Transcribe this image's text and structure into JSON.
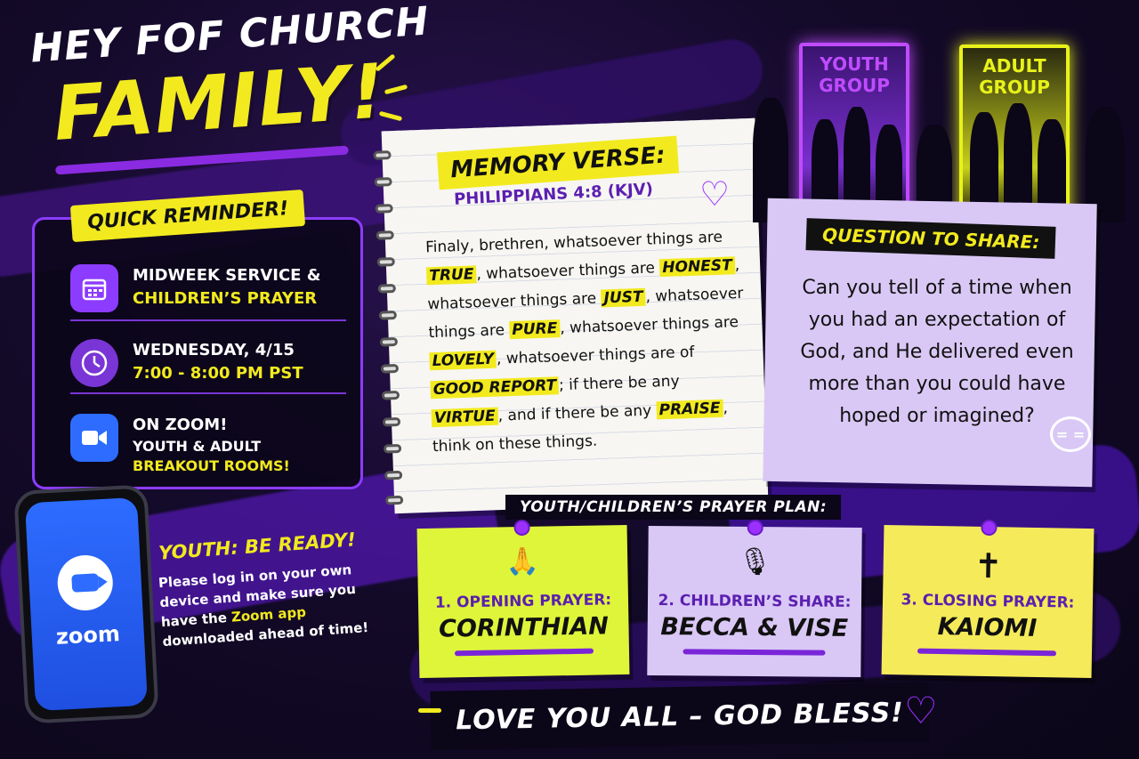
{
  "headline": {
    "line1": "HEY FOF CHURCH",
    "line2": "FAMILY!"
  },
  "reminder": {
    "tag": "QUICK REMINDER!",
    "items": [
      {
        "icon": "calendar-icon",
        "line1": "MIDWEEK SERVICE &",
        "line2": "CHILDREN’S PRAYER"
      },
      {
        "icon": "clock-icon",
        "line1": "WEDNESDAY, 4/15",
        "line2": "7:00 - 8:00 PM PST"
      },
      {
        "icon": "zoom-camera-icon",
        "line1": "ON ZOOM!",
        "line2": "YOUTH & ADULT",
        "line3": "BREAKOUT ROOMS!"
      }
    ]
  },
  "phone": {
    "app_name": "zoom"
  },
  "youth_notice": {
    "title": "YOUTH: BE READY!",
    "body_part1": "Please log in on your own device and make sure you have the ",
    "body_highlight": "Zoom app",
    "body_part2": " downloaded ahead of time!"
  },
  "memory_verse": {
    "tag": "MEMORY VERSE:",
    "reference": "PHILIPPIANS 4:8 (KJV)",
    "segments": [
      {
        "t": "Finaly, brethren, whatsoever things are "
      },
      {
        "t": "TRUE",
        "hi": true
      },
      {
        "t": ", whatsoever things are "
      },
      {
        "t": "HONEST",
        "hi": true
      },
      {
        "t": ", whatsoever things are "
      },
      {
        "t": "JUST",
        "hi": true
      },
      {
        "t": ", whatsoever things are "
      },
      {
        "t": "PURE",
        "hi": true
      },
      {
        "t": ", whatsoever things are "
      },
      {
        "t": "LOVELY",
        "hi": true
      },
      {
        "t": ", whatsoever things are of "
      },
      {
        "t": "GOOD REPORT",
        "hi": true
      },
      {
        "t": "; if there be any "
      },
      {
        "t": "VIRTUE",
        "hi": true
      },
      {
        "t": ", and if there be any "
      },
      {
        "t": "PRAISE",
        "hi": true
      },
      {
        "t": ", think on these things."
      }
    ]
  },
  "question": {
    "tag": "QUESTION TO SHARE:",
    "text": "Can you tell of a time when you had an expectation of God, and He delivered even more than you could have hoped or imagined?"
  },
  "groups": [
    {
      "label_line1": "YOUTH",
      "label_line2": "GROUP",
      "color": "#c04bff"
    },
    {
      "label_line1": "ADULT",
      "label_line2": "GROUP",
      "color": "#e8f21a"
    }
  ],
  "prayer_plan": {
    "title": "YOUTH/CHILDREN’S PRAYER PLAN:",
    "items": [
      {
        "icon": "praying-hands-icon",
        "glyph": "🙏",
        "role": "1. OPENING PRAYER:",
        "name": "CORINTHIAN",
        "color": "#dff53a"
      },
      {
        "icon": "microphone-icon",
        "glyph": "🎙",
        "role": "2. CHILDREN’S SHARE:",
        "name": "BECCA & VISE",
        "color": "#d9c8f5"
      },
      {
        "icon": "cross-icon",
        "glyph": "✝",
        "role": "3. CLOSING PRAYER:",
        "name": "KAIOMI",
        "color": "#f5ea5a"
      }
    ]
  },
  "footer": {
    "text": "LOVE YOU ALL – GOD BLESS!"
  },
  "colors": {
    "accent_yellow": "#f2ea1e",
    "accent_purple": "#8c3cff",
    "background": "#140a2a"
  }
}
